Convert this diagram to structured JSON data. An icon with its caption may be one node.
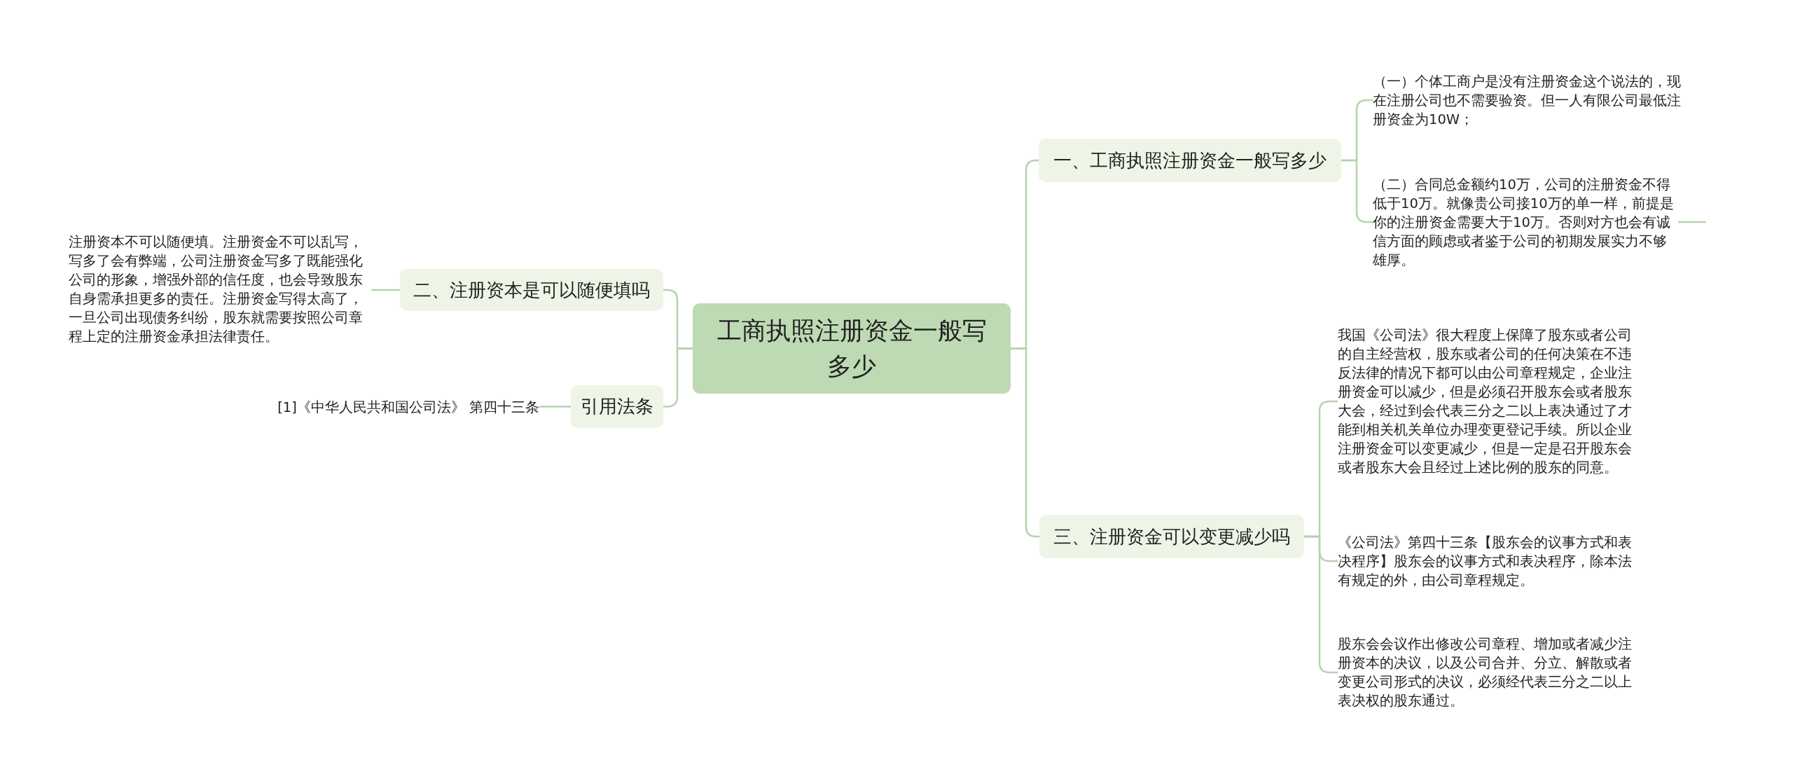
{
  "diagram": {
    "nodes": [
      {
        "text": [
          "工商执照注册资金一般写多少"
        ]
      },
      {
        "text": [
          "一、工商执照注册资金一般写多少"
        ]
      },
      {
        "text": [
          "（一）个体工商户是没有注册资金这个说法的，现在注册公司也不需要验资。但一人有限公司最低注册资金为10W；"
        ]
      },
      {
        "text": [
          "（二）合同总金额约10万，公司的注册资金不得低于10万。就像贵公司接10万的单一样，前提是你的注册资金需要大于10万。否则对方也会有诚信方面的顾虑或者鉴于公司的初期发展实力不够雄厚。"
        ]
      },
      {
        "text": [
          "二、注册资本是可以随便填吗"
        ]
      },
      {
        "text": [
          "注册资本不可以随便填。注册资金不可以乱写，写多了会有弊端，公司注册资金写多了既能强化公司的形象，增强外部的信任度，也会导致股东自身需承担更多的责任。注册资金写得太高了，一旦公司出现债务纠纷，股东就需要按照公司章程上定的注册资金承担法律责任。"
        ]
      },
      {
        "text": [
          "引用法条"
        ]
      },
      {
        "text": [
          "[1]《中华人民共和国公司法》 第四十三条"
        ]
      },
      {
        "text": [
          "三、注册资金可以变更减少吗"
        ]
      },
      {
        "text": [
          "我国《公司法》很大程度上保障了股东或者公司的自主经营权，股东或者公司的任何决策在不违反法律的情况下都可以由公司章程规定，企业注册资金可以减少，但是必须召开股东会或者股东大会，经过到会代表三分之二以上表决通过了才能到相关机关单位办理变更登记手续。所以企业注册资金可以变更减少，但是一定是召开股东会或者股东大会且经过上述比例的股东的同意。"
        ]
      },
      {
        "text": [
          "《公司法》第四十三条【股东会的议事方式和表决程序】股东会的议事方式和表决程序，除本法有规定的外，由公司章程规定。"
        ]
      },
      {
        "text": [
          "股东会会议作出修改公司章程、增加或者减少注册资本的决议，以及公司合并、分立、解散或者变更公司形式的决议，必须经代表三分之二以上表决权的股东通过。"
        ]
      }
    ],
    "edges": [
      {
        "from": 0,
        "to": 1,
        "arrow": "none"
      },
      {
        "from": 1,
        "to": 2,
        "arrow": "none"
      },
      {
        "from": 1,
        "to": 3,
        "arrow": "none"
      },
      {
        "from": 3,
        "to": null,
        "arrow": "none"
      },
      {
        "from": 0,
        "to": 4,
        "arrow": "none"
      },
      {
        "from": 4,
        "to": 5,
        "arrow": "none"
      },
      {
        "from": 0,
        "to": 6,
        "arrow": "none"
      },
      {
        "from": 6,
        "to": 7,
        "arrow": "none"
      },
      {
        "from": 0,
        "to": 8,
        "arrow": "none"
      },
      {
        "from": 8,
        "to": 9,
        "arrow": "none"
      },
      {
        "from": 8,
        "to": 10,
        "arrow": "none"
      },
      {
        "from": 8,
        "to": 11,
        "arrow": "none"
      }
    ]
  }
}
